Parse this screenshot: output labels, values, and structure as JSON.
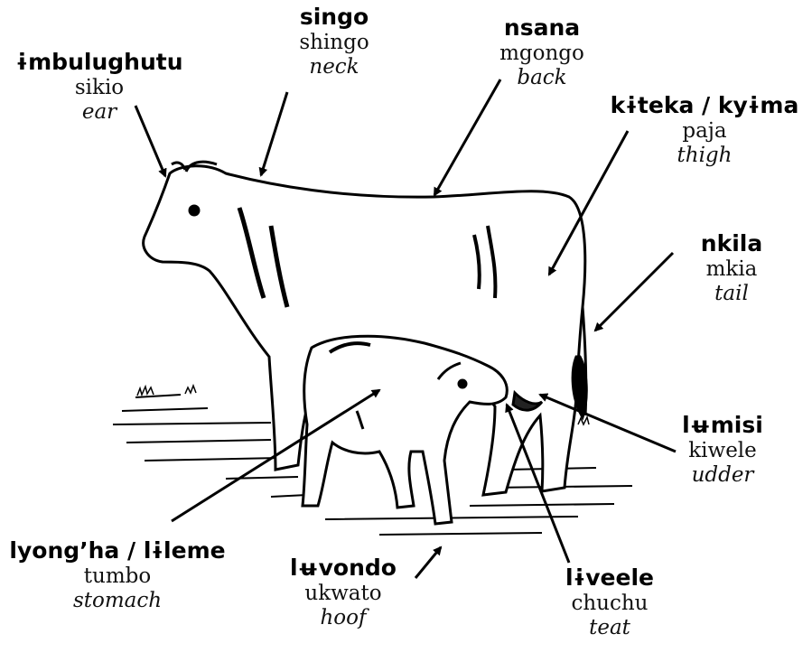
{
  "labels": [
    {
      "key": "ear",
      "term": "ɨmbulughutu",
      "swahili": "sikio",
      "english": "ear"
    },
    {
      "key": "neck",
      "term": "singo",
      "swahili": "shingo",
      "english": "neck"
    },
    {
      "key": "back",
      "term": "nsana",
      "swahili": "mgongo",
      "english": "back"
    },
    {
      "key": "thigh",
      "term": "kɨteka / kyɨma",
      "swahili": "paja",
      "english": "thigh"
    },
    {
      "key": "tail",
      "term": "nkila",
      "swahili": "mkia",
      "english": "tail"
    },
    {
      "key": "udder",
      "term": "lʉmisi",
      "swahili": "kiwele",
      "english": "udder"
    },
    {
      "key": "teat",
      "term": "lɨveele",
      "swahili": "chuchu",
      "english": "teat"
    },
    {
      "key": "hoof",
      "term": "lʉvondo",
      "swahili": "ukwato",
      "english": "hoof"
    },
    {
      "key": "stomach",
      "term": "lyong’ha / lɨleme",
      "swahili": "tumbo",
      "english": "stomach"
    }
  ],
  "colors": {
    "ink": "#000000",
    "background": "#ffffff"
  }
}
